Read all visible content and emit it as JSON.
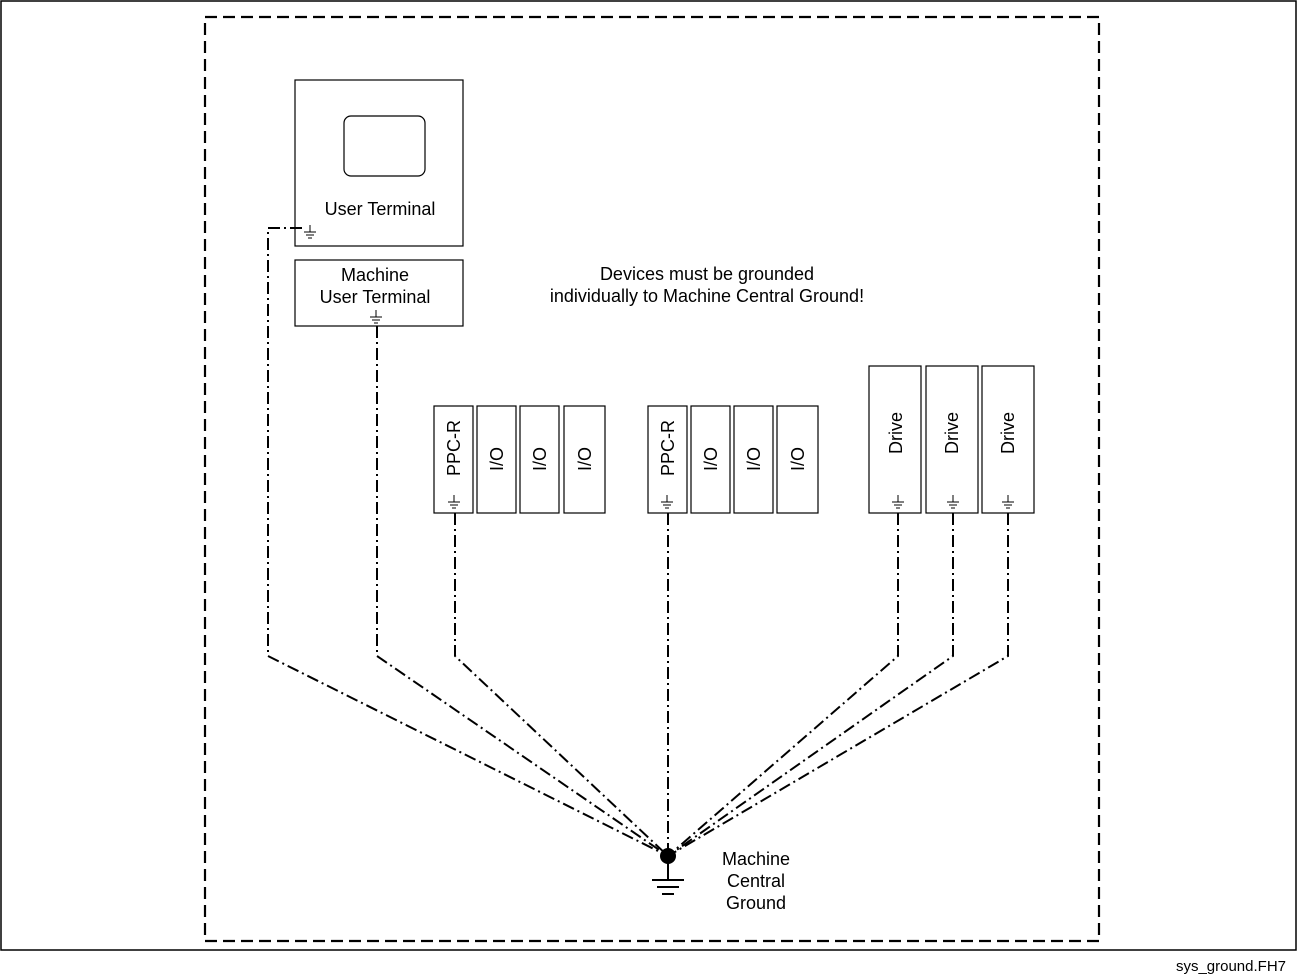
{
  "user_terminal": {
    "label": "User Terminal"
  },
  "machine_user_terminal": {
    "line1": "Machine",
    "line2": "User Terminal"
  },
  "note": {
    "line1": "Devices must be grounded",
    "line2": "individually to Machine Central Ground!"
  },
  "rack1": {
    "controller": "PPC-R",
    "modules": [
      "I/O",
      "I/O",
      "I/O"
    ]
  },
  "rack2": {
    "controller": "PPC-R",
    "modules": [
      "I/O",
      "I/O",
      "I/O"
    ]
  },
  "drives": [
    "Drive",
    "Drive",
    "Drive"
  ],
  "central_ground": {
    "line1": "Machine",
    "line2": "Central",
    "line3": "Ground"
  },
  "file_label": "sys_ground.FH7"
}
